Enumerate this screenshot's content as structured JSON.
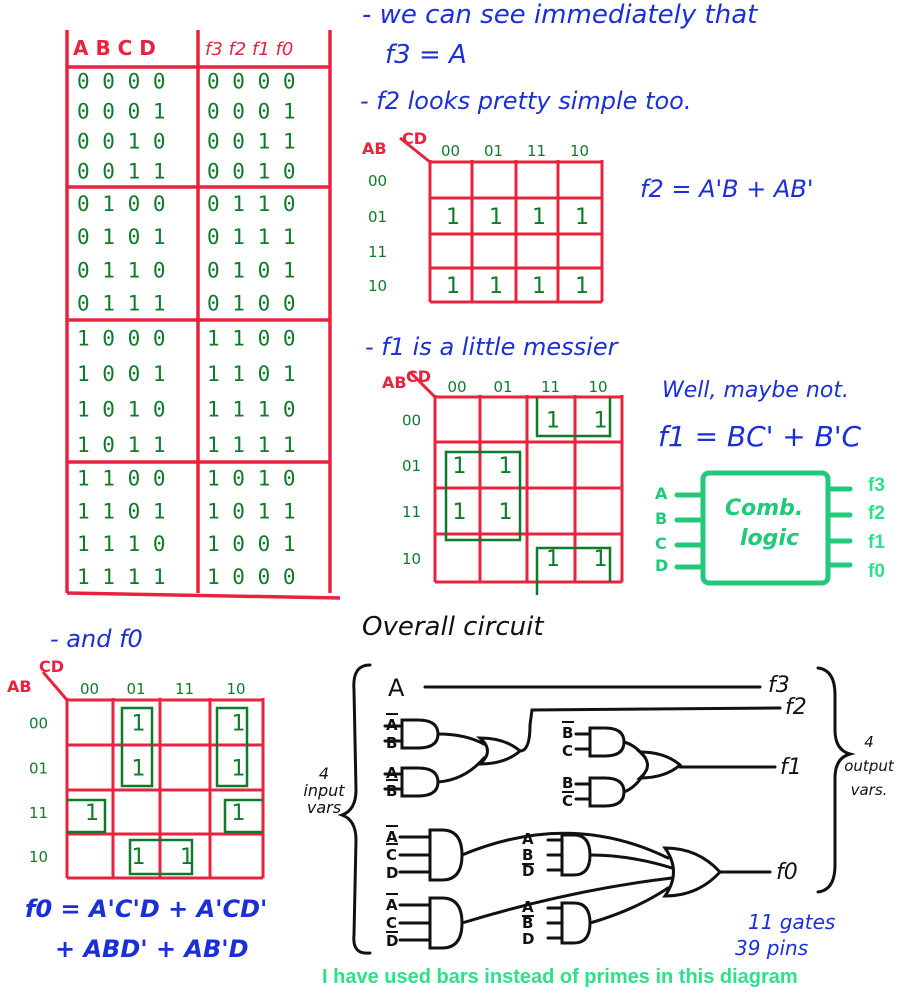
{
  "truth_table": {
    "input_header": "A B C D",
    "output_header": "f3 f2 f1 f0",
    "rows": [
      {
        "in": "0 0 0 0",
        "out": "0 0 0 0"
      },
      {
        "in": "0 0 0 1",
        "out": "0 0 0 1"
      },
      {
        "in": "0 0 1 0",
        "out": "0 0 1 1"
      },
      {
        "in": "0 0 1 1",
        "out": "0 0 1 0"
      },
      {
        "in": "0 1 0 0",
        "out": "0 1 1 0"
      },
      {
        "in": "0 1 0 1",
        "out": "0 1 1 1"
      },
      {
        "in": "0 1 1 0",
        "out": "0 1 0 1"
      },
      {
        "in": "0 1 1 1",
        "out": "0 1 0 0"
      },
      {
        "in": "1 0 0 0",
        "out": "1 1 0 0"
      },
      {
        "in": "1 0 0 1",
        "out": "1 1 0 1"
      },
      {
        "in": "1 0 1 0",
        "out": "1 1 1 0"
      },
      {
        "in": "1 0 1 1",
        "out": "1 1 1 1"
      },
      {
        "in": "1 1 0 0",
        "out": "1 0 1 0"
      },
      {
        "in": "1 1 0 1",
        "out": "1 0 1 1"
      },
      {
        "in": "1 1 1 0",
        "out": "1 0 0 1"
      },
      {
        "in": "1 1 1 1",
        "out": "1 0 0 0"
      }
    ]
  },
  "notes": {
    "line1": "- we can see immediately that",
    "f3_eq": "f3 = A",
    "line2": "- f2 looks pretty simple too.",
    "f2_eq": "f2 = A'B + AB'",
    "line3": "- f1 is a little messier",
    "maybe_not": "Well, maybe not.",
    "f1_eq": "f1 = BC' + B'C",
    "line4": "- and f0",
    "f0_eq_line1": "f0 = A'C'D + A'CD'",
    "f0_eq_line2": "+ ABD' + AB'D",
    "overall": "Overall circuit",
    "input_vars": [
      "4",
      "input",
      "vars"
    ],
    "output_vars": [
      "4",
      "output",
      "vars."
    ],
    "gates": "11 gates",
    "pins": "39 pins",
    "caption": "I have used bars instead of primes in this diagram"
  },
  "kmap_labels": {
    "row_var": "AB",
    "col_var": "CD",
    "cols": [
      "00",
      "01",
      "11",
      "10"
    ],
    "rows": [
      "00",
      "01",
      "11",
      "10"
    ]
  },
  "kmap_f2": [
    [
      "",
      "",
      "",
      ""
    ],
    [
      "1",
      "1",
      "1",
      "1"
    ],
    [
      "",
      "",
      "",
      ""
    ],
    [
      "1",
      "1",
      "1",
      "1"
    ]
  ],
  "kmap_f1": [
    [
      "",
      "",
      "1",
      "1"
    ],
    [
      "1",
      "1",
      "",
      ""
    ],
    [
      "1",
      "1",
      "",
      ""
    ],
    [
      "",
      "",
      "1",
      "1"
    ]
  ],
  "kmap_f0": [
    [
      "",
      "1",
      "",
      "1"
    ],
    [
      "",
      "1",
      "",
      "1"
    ],
    [
      "1",
      "",
      "",
      "1"
    ],
    [
      "",
      "1",
      "1",
      ""
    ]
  ],
  "block": {
    "title_line1": "Comb.",
    "title_line2": "logic",
    "inputs": [
      "A",
      "B",
      "C",
      "D"
    ],
    "outputs": [
      "f3",
      "f2",
      "f1",
      "f0"
    ]
  },
  "circuit": {
    "input_A": "A",
    "outputs": [
      "f3",
      "f2",
      "f1",
      "f0"
    ],
    "g1_inputs": [
      "A",
      "B"
    ],
    "g2_inputs": [
      "A",
      "B"
    ],
    "g3_inputs": [
      "B",
      "C"
    ],
    "g4_inputs": [
      "B",
      "C"
    ],
    "g5_inputs": [
      "A",
      "C",
      "D"
    ],
    "g6_inputs": [
      "A",
      "B",
      "D"
    ],
    "g7_inputs": [
      "A",
      "C",
      "D"
    ],
    "g8_inputs": [
      "A",
      "B",
      "D"
    ]
  }
}
